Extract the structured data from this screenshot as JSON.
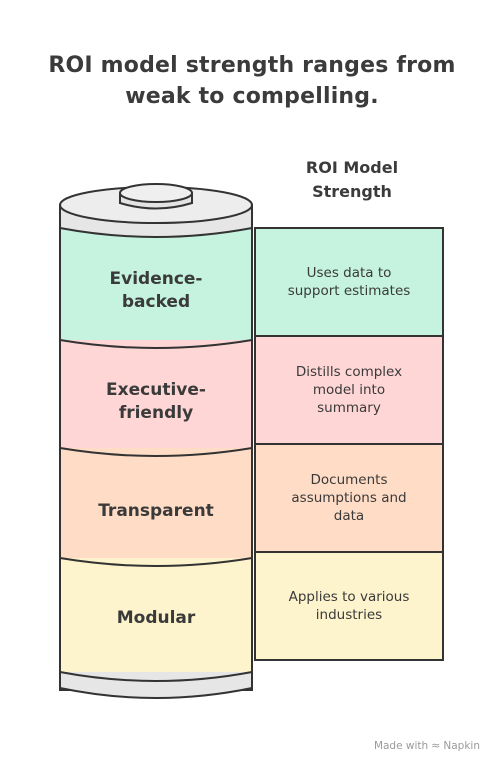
{
  "title": {
    "line1": "ROI model strength ranges from",
    "line2": "weak to compelling."
  },
  "column_header": {
    "line1": "ROI Model",
    "line2": "Strength"
  },
  "segments": [
    {
      "label_lines": [
        "Evidence-",
        "backed"
      ],
      "description_lines": [
        "Uses data to",
        "support estimates"
      ],
      "color": "#c5f3df"
    },
    {
      "label_lines": [
        "Executive-",
        "friendly"
      ],
      "description_lines": [
        "Distills complex",
        "model into",
        "summary"
      ],
      "color": "#ffd6d6"
    },
    {
      "label_lines": [
        "Transparent"
      ],
      "description_lines": [
        "Documents",
        "assumptions and",
        "data"
      ],
      "color": "#ffdcc6"
    },
    {
      "label_lines": [
        "Modular"
      ],
      "description_lines": [
        "Applies to various",
        "industries"
      ],
      "color": "#fdf3cc"
    }
  ],
  "footer": {
    "made_with": "Made with",
    "brand": "Napkin"
  }
}
